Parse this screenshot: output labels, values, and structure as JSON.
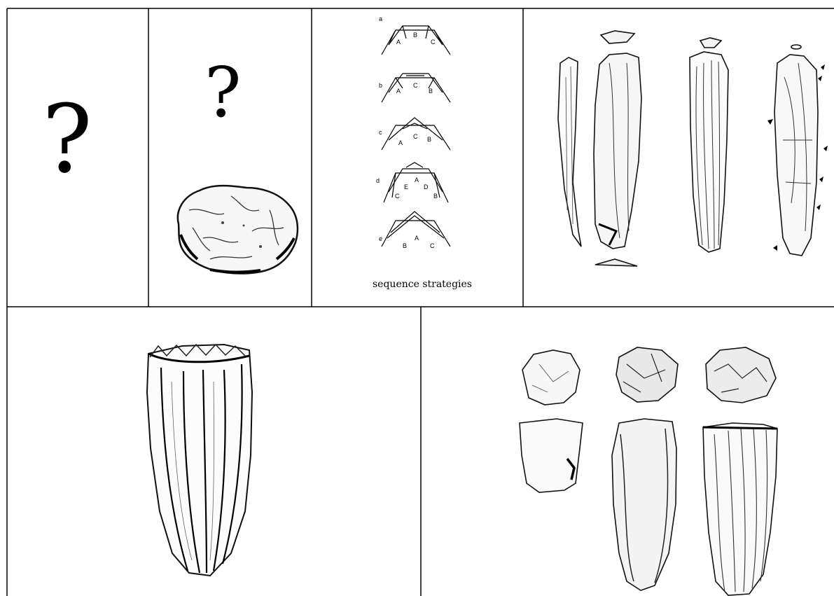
{
  "panels": {
    "panel1": {
      "mark": "?"
    },
    "panel2": {
      "mark": "?"
    },
    "panel3": {
      "caption": "sequence strategies",
      "diagrams": [
        {
          "label": "a",
          "letters": [
            "A",
            "B",
            "C"
          ]
        },
        {
          "label": "b",
          "letters": [
            "A",
            "C",
            "B"
          ]
        },
        {
          "label": "c",
          "letters": [
            "A",
            "C",
            "B"
          ]
        },
        {
          "label": "d",
          "letters": [
            "C",
            "E",
            "A",
            "D",
            "B"
          ]
        },
        {
          "label": "e",
          "letters": [
            "B",
            "A",
            "C"
          ]
        }
      ]
    }
  }
}
